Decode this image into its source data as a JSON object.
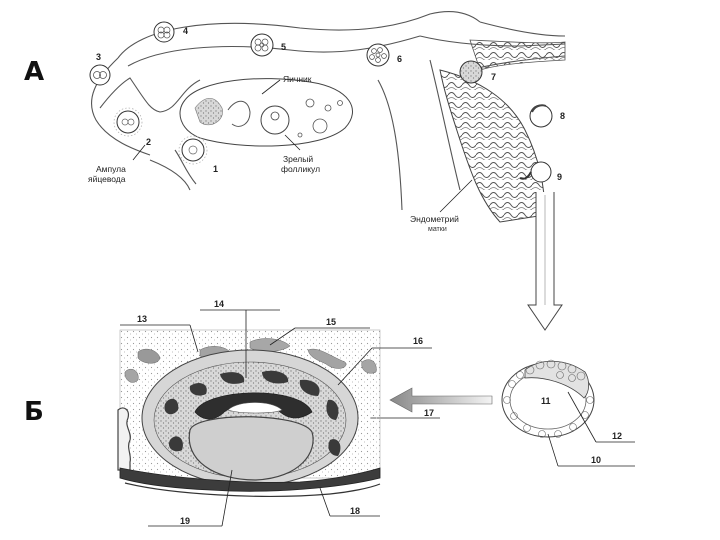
{
  "sections": {
    "a_letter": "А",
    "b_letter": "Б"
  },
  "panel_a": {
    "labels": {
      "ovary": "Яичник",
      "ampulla_line1": "Ампула",
      "ampulla_line2": "яйцевода",
      "follicle_line1": "Зрелый",
      "follicle_line2": "фолликул",
      "endometrium_line1": "Эндометрий",
      "endometrium_line2": "матки"
    },
    "stages": [
      "1",
      "2",
      "3",
      "4",
      "5",
      "6",
      "7",
      "8",
      "9"
    ]
  },
  "panel_b": {
    "numbers": [
      "10",
      "11",
      "12",
      "13",
      "14",
      "15",
      "16",
      "17",
      "18",
      "19"
    ]
  }
}
